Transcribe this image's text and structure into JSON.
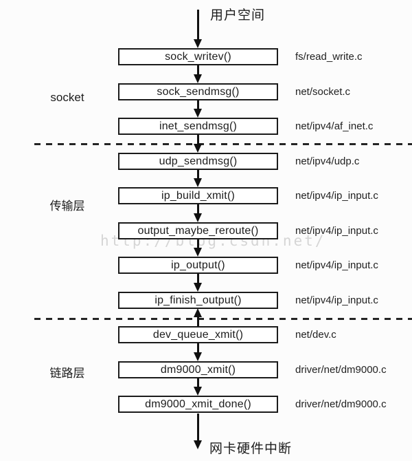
{
  "page": {
    "background": "#fcfcfc",
    "ink_color": "#1b1b1b",
    "watermark_color": "#c9c9c9"
  },
  "diagram": {
    "top_label": "用户空间",
    "bottom_label": "网卡硬件中断",
    "watermark": "http://blog.csdn.net/",
    "sections": [
      {
        "label": "socket"
      },
      {
        "label": "传输层"
      },
      {
        "label": "链路层"
      }
    ],
    "rows": [
      {
        "fn": "sock_writev()",
        "file": "fs/read_write.c",
        "arrow": "down"
      },
      {
        "fn": "sock_sendmsg()",
        "file": "net/socket.c",
        "arrow": "down"
      },
      {
        "fn": "inet_sendmsg()",
        "file": "net/ipv4/af_inet.c",
        "arrow": "down"
      },
      {
        "fn": "udp_sendmsg()",
        "file": "net/ipv4/udp.c",
        "arrow": "down"
      },
      {
        "fn": "ip_build_xmit()",
        "file": "net/ipv4/ip_input.c",
        "arrow": "down"
      },
      {
        "fn": "output_maybe_reroute()",
        "file": "net/ipv4/ip_input.c",
        "arrow": "down"
      },
      {
        "fn": "ip_output()",
        "file": "net/ipv4/ip_input.c",
        "arrow": "down"
      },
      {
        "fn": "ip_finish_output()",
        "file": "net/ipv4/ip_input.c",
        "arrow": "up"
      },
      {
        "fn": "dev_queue_xmit()",
        "file": "net/dev.c",
        "arrow": "down"
      },
      {
        "fn": "dm9000_xmit()",
        "file": "driver/net/dm9000.c",
        "arrow": "down"
      },
      {
        "fn": "dm9000_xmit_done()",
        "file": "driver/net/dm9000.c",
        "arrow": "down"
      }
    ]
  }
}
